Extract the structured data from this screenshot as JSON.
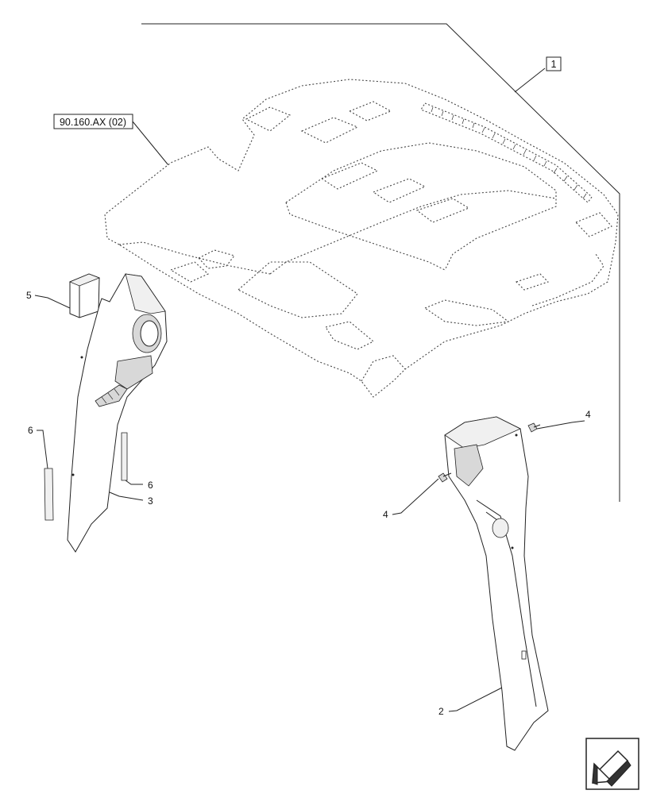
{
  "reference_box": {
    "label": "90.160.AX (02)"
  },
  "assembly_box": {
    "label": "1"
  },
  "callouts": [
    {
      "id": "callout-5",
      "label": "5"
    },
    {
      "id": "callout-6-left",
      "label": "6"
    },
    {
      "id": "callout-6-right",
      "label": "6"
    },
    {
      "id": "callout-3",
      "label": "3"
    },
    {
      "id": "callout-4-upper",
      "label": "4"
    },
    {
      "id": "callout-4-lower",
      "label": "4"
    },
    {
      "id": "callout-2",
      "label": "2"
    }
  ],
  "nav_icon": {
    "name": "arrow-left-down-icon"
  }
}
